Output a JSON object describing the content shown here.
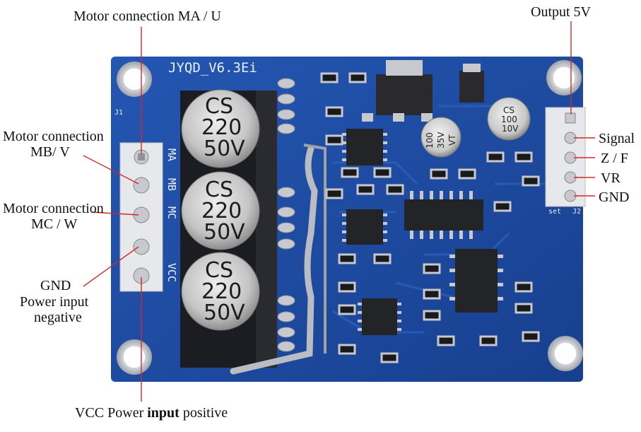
{
  "labels": {
    "motor_ma": "Motor connection MA / U",
    "output_5v": "Output 5V",
    "motor_mb_line1": "Motor connection",
    "motor_mb_line2": "MB/ V",
    "motor_mc_line1": "Motor connection",
    "motor_mc_line2": "MC / W",
    "gnd_line1": "GND",
    "gnd_line2": "Power input",
    "gnd_line3": "negative",
    "vcc_prefix": "VCC Power ",
    "vcc_bold": "input",
    "vcc_suffix": " positive",
    "signal": "Signal",
    "zf": "Z / F",
    "vr": "VR",
    "gnd_right": "GND"
  },
  "board": {
    "model": "JYQD_V6.3Ei",
    "j1_label": "J1",
    "j2_label": "J2",
    "set_label": "set",
    "pins_left": [
      "MA",
      "MB",
      "MC",
      "",
      "VCC"
    ],
    "capacitors": [
      {
        "brand": "CS",
        "value": "220",
        "voltage": "50V"
      },
      {
        "brand": "CS",
        "value": "220",
        "voltage": "50V"
      },
      {
        "brand": "CS",
        "value": "220",
        "voltage": "50V"
      }
    ],
    "small_cap_1": {
      "value": "100",
      "voltage": "35V",
      "mark": "VT"
    },
    "small_cap_2": {
      "brand": "CS",
      "value": "100",
      "voltage": "10V"
    }
  },
  "colors": {
    "pcb": "#1f4fa6",
    "pcb_dark": "#163c86",
    "silk": "#e9eef8",
    "header": "#e6e8ec",
    "solder": "#c7c9ce"
  }
}
